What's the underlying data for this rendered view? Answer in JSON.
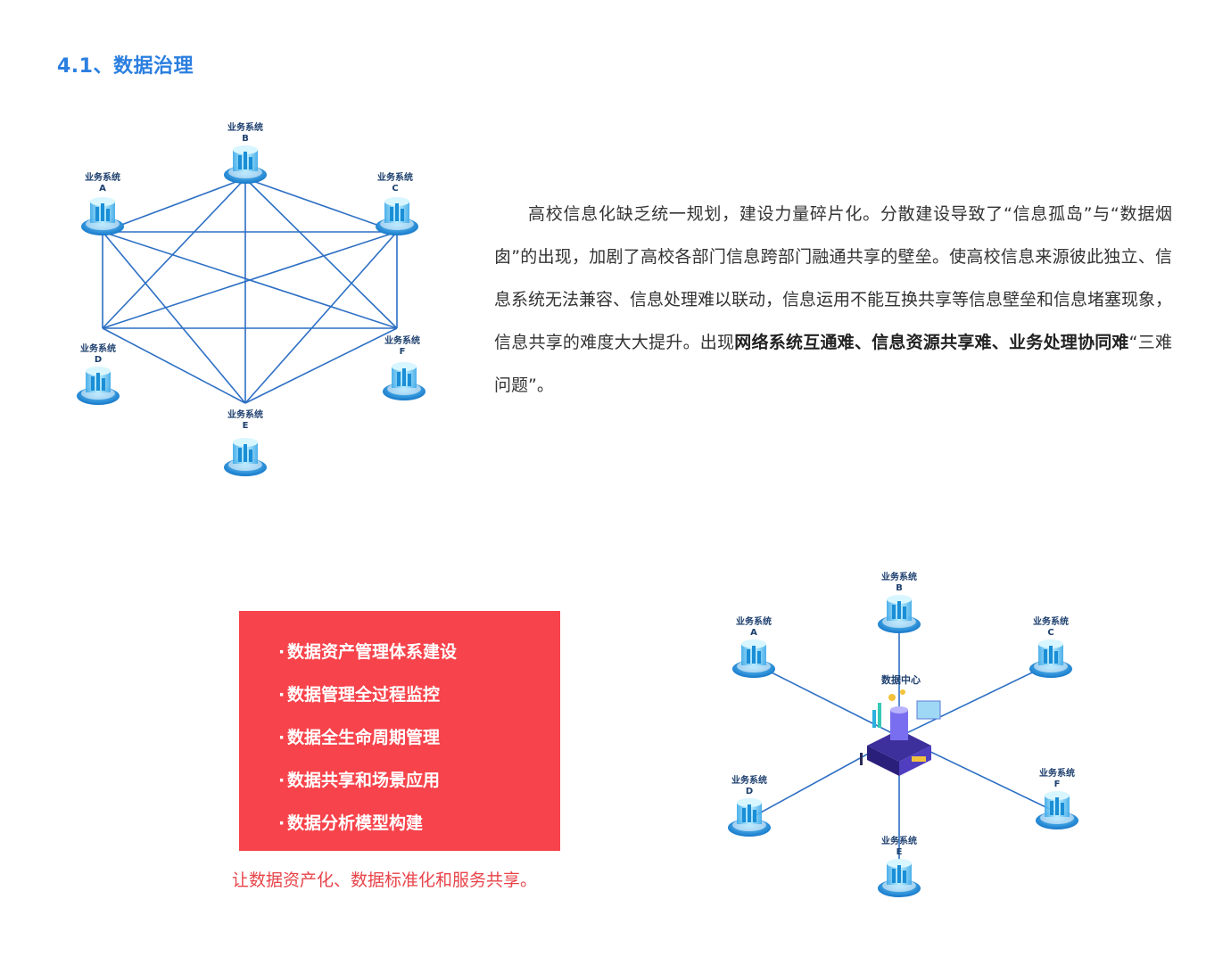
{
  "section": {
    "title": "4.1、数据治理"
  },
  "mesh_diagram": {
    "nodes": [
      {
        "label": "业务系统",
        "letter": "A"
      },
      {
        "label": "业务系统",
        "letter": "B"
      },
      {
        "label": "业务系统",
        "letter": "C"
      },
      {
        "label": "业务系统",
        "letter": "D"
      },
      {
        "label": "业务系统",
        "letter": "E"
      },
      {
        "label": "业务系统",
        "letter": "F"
      }
    ],
    "line_color": "#2d6fc4"
  },
  "paragraph": {
    "part1": "高校信息化缺乏统一规划，建设力量碎片化。分散建设导致了“信息孤岛”与“数据烟囱”的出现，加剧了高校各部门信息跨部门融通共享的壁垒。使高校信息来源彼此独立、信息系统无法兼容、信息处理难以联动，信息运用不能互换共享等信息壁垒和信息堵塞现象，信息共享的难度大大提升。出现",
    "bold": "网络系统互通难、信息资源共享难、业务处理协同难",
    "part2": "“三难问题”。"
  },
  "red_box": {
    "bullet": "·",
    "items": [
      "数据资产管理体系建设",
      "数据管理全过程监控",
      "数据全生命周期管理",
      "数据共享和场景应用",
      "数据分析模型构建"
    ],
    "background": "#f7434b"
  },
  "caption": "让数据资产化、数据标准化和服务共享。",
  "star_diagram": {
    "center_label": "数据中心",
    "nodes": [
      {
        "label": "业务系统",
        "letter": "A"
      },
      {
        "label": "业务系统",
        "letter": "B"
      },
      {
        "label": "业务系统",
        "letter": "C"
      },
      {
        "label": "业务系统",
        "letter": "D"
      },
      {
        "label": "业务系统",
        "letter": "E"
      },
      {
        "label": "业务系统",
        "letter": "F"
      }
    ]
  },
  "colors": {
    "accent": "#2b7fe0",
    "red": "#f7434b",
    "caption": "#e8444a"
  }
}
